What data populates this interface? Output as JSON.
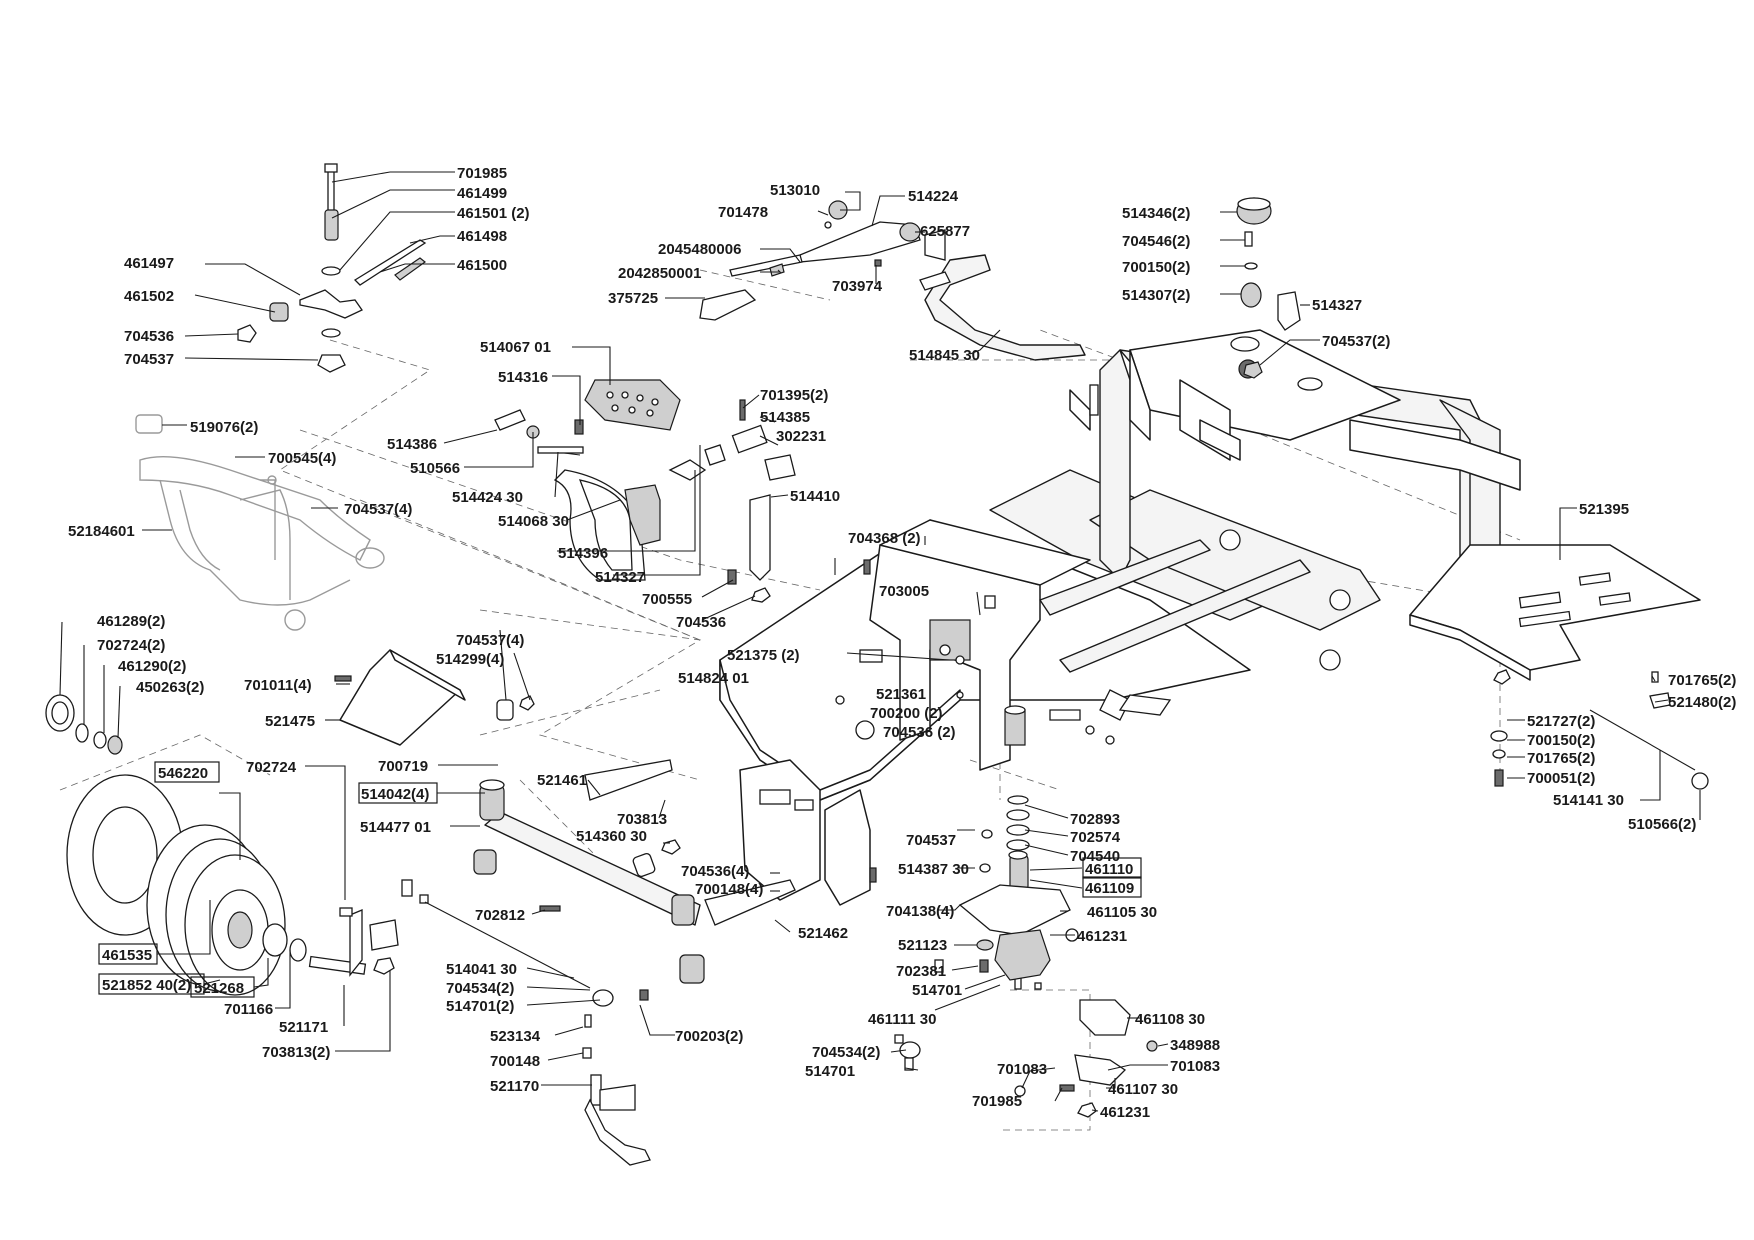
{
  "labels": [
    {
      "id": "p701985a",
      "text": "701985"
    },
    {
      "id": "p461499",
      "text": "461499"
    },
    {
      "id": "p461501",
      "text": "461501 (2)"
    },
    {
      "id": "p461498",
      "text": "461498"
    },
    {
      "id": "p461497",
      "text": "461497"
    },
    {
      "id": "p461500",
      "text": "461500"
    },
    {
      "id": "p461502",
      "text": "461502"
    },
    {
      "id": "p704536a",
      "text": "704536"
    },
    {
      "id": "p704537a",
      "text": "704537"
    },
    {
      "id": "p519076",
      "text": "519076(2)"
    },
    {
      "id": "p700545",
      "text": "700545(4)"
    },
    {
      "id": "p704537b",
      "text": "704537(4)"
    },
    {
      "id": "p52184601",
      "text": "52184601"
    },
    {
      "id": "p513010",
      "text": "513010"
    },
    {
      "id": "p514224",
      "text": "514224"
    },
    {
      "id": "p701478",
      "text": "701478"
    },
    {
      "id": "p625877",
      "text": "625877"
    },
    {
      "id": "p2045480006",
      "text": "2045480006"
    },
    {
      "id": "p2042850001",
      "text": "2042850001"
    },
    {
      "id": "p703974",
      "text": "703974"
    },
    {
      "id": "p375725",
      "text": "375725"
    },
    {
      "id": "p514845",
      "text": "514845 30"
    },
    {
      "id": "p514067",
      "text": "514067 01"
    },
    {
      "id": "p514316",
      "text": "514316"
    },
    {
      "id": "p514386",
      "text": "514386"
    },
    {
      "id": "p510566a",
      "text": "510566"
    },
    {
      "id": "p514424",
      "text": "514424 30"
    },
    {
      "id": "p514068",
      "text": "514068 30"
    },
    {
      "id": "p514396",
      "text": "514396"
    },
    {
      "id": "p514327a",
      "text": "514327"
    },
    {
      "id": "p700555",
      "text": "700555"
    },
    {
      "id": "p704536b",
      "text": "704536"
    },
    {
      "id": "p701395",
      "text": "701395(2)"
    },
    {
      "id": "p514385",
      "text": "514385"
    },
    {
      "id": "p302231",
      "text": "302231"
    },
    {
      "id": "p514410",
      "text": "514410"
    },
    {
      "id": "p514346",
      "text": "514346(2)"
    },
    {
      "id": "p704546",
      "text": "704546(2)"
    },
    {
      "id": "p700150a",
      "text": "700150(2)"
    },
    {
      "id": "p514307",
      "text": "514307(2)"
    },
    {
      "id": "p514327b",
      "text": "514327"
    },
    {
      "id": "p704537c",
      "text": "704537(2)"
    },
    {
      "id": "p521395",
      "text": "521395"
    },
    {
      "id": "p704368",
      "text": "704368 (2)"
    },
    {
      "id": "p703005",
      "text": "703005"
    },
    {
      "id": "p521375",
      "text": "521375 (2)"
    },
    {
      "id": "p514824",
      "text": "514824 01"
    },
    {
      "id": "p521361",
      "text": "521361"
    },
    {
      "id": "p700200",
      "text": "700200 (2)"
    },
    {
      "id": "p704536c",
      "text": "704536 (2)"
    },
    {
      "id": "p701765a",
      "text": "701765(2)"
    },
    {
      "id": "p521480",
      "text": "521480(2)"
    },
    {
      "id": "p521727",
      "text": "521727(2)"
    },
    {
      "id": "p700150b",
      "text": "700150(2)"
    },
    {
      "id": "p701765b",
      "text": "701765(2)"
    },
    {
      "id": "p700051",
      "text": "700051(2)"
    },
    {
      "id": "p514141",
      "text": "514141 30"
    },
    {
      "id": "p510566b",
      "text": "510566(2)"
    },
    {
      "id": "p461289",
      "text": "461289(2)"
    },
    {
      "id": "p702724a",
      "text": "702724(2)"
    },
    {
      "id": "p461290",
      "text": "461290(2)"
    },
    {
      "id": "p450263",
      "text": "450263(2)"
    },
    {
      "id": "p701011",
      "text": "701011(4)"
    },
    {
      "id": "p521475",
      "text": "521475"
    },
    {
      "id": "p704537d",
      "text": "704537(4)"
    },
    {
      "id": "p514299",
      "text": "514299(4)"
    },
    {
      "id": "p700719",
      "text": "700719"
    },
    {
      "id": "p702724b",
      "text": "702724"
    },
    {
      "id": "p546220",
      "text": "546220"
    },
    {
      "id": "p514042",
      "text": "514042(4)"
    },
    {
      "id": "p514477",
      "text": "514477 01"
    },
    {
      "id": "p521461",
      "text": "521461"
    },
    {
      "id": "p703813a",
      "text": "703813"
    },
    {
      "id": "p514360",
      "text": "514360 30"
    },
    {
      "id": "p704536d",
      "text": "704536(4)"
    },
    {
      "id": "p700148a",
      "text": "700148(4)"
    },
    {
      "id": "p521462",
      "text": "521462"
    },
    {
      "id": "p702812",
      "text": "702812"
    },
    {
      "id": "p461535",
      "text": "461535"
    },
    {
      "id": "p521852",
      "text": "521852 40(2)"
    },
    {
      "id": "p521268",
      "text": "521268"
    },
    {
      "id": "p701166",
      "text": "701166"
    },
    {
      "id": "p521171",
      "text": "521171"
    },
    {
      "id": "p703813b",
      "text": "703813(2)"
    },
    {
      "id": "p514041",
      "text": "514041 30"
    },
    {
      "id": "p704534a",
      "text": "704534(2)"
    },
    {
      "id": "p514701a",
      "text": "514701(2)"
    },
    {
      "id": "p523134",
      "text": "523134"
    },
    {
      "id": "p700148b",
      "text": "700148"
    },
    {
      "id": "p521170",
      "text": "521170"
    },
    {
      "id": "p700203",
      "text": "700203(2)"
    },
    {
      "id": "p702893",
      "text": "702893"
    },
    {
      "id": "p702574",
      "text": "702574"
    },
    {
      "id": "p704537e",
      "text": "704537"
    },
    {
      "id": "p704540",
      "text": "704540"
    },
    {
      "id": "p514387",
      "text": "514387 30"
    },
    {
      "id": "p461110",
      "text": "461110"
    },
    {
      "id": "p461109",
      "text": "461109"
    },
    {
      "id": "p704138",
      "text": "704138(4)"
    },
    {
      "id": "p461105",
      "text": "461105 30"
    },
    {
      "id": "p521123",
      "text": "521123"
    },
    {
      "id": "p461231a",
      "text": "461231"
    },
    {
      "id": "p702381",
      "text": "702381"
    },
    {
      "id": "p514701b",
      "text": "514701"
    },
    {
      "id": "p461111",
      "text": "461111 30"
    },
    {
      "id": "p461108",
      "text": "461108 30"
    },
    {
      "id": "p704534b",
      "text": "704534(2)"
    },
    {
      "id": "p348988",
      "text": "348988"
    },
    {
      "id": "p514701c",
      "text": "514701"
    },
    {
      "id": "p701083a",
      "text": "701083"
    },
    {
      "id": "p701083b",
      "text": "701083"
    },
    {
      "id": "p461107",
      "text": "461107 30"
    },
    {
      "id": "p701985b",
      "text": "701985"
    },
    {
      "id": "p461231b",
      "text": "461231"
    }
  ]
}
